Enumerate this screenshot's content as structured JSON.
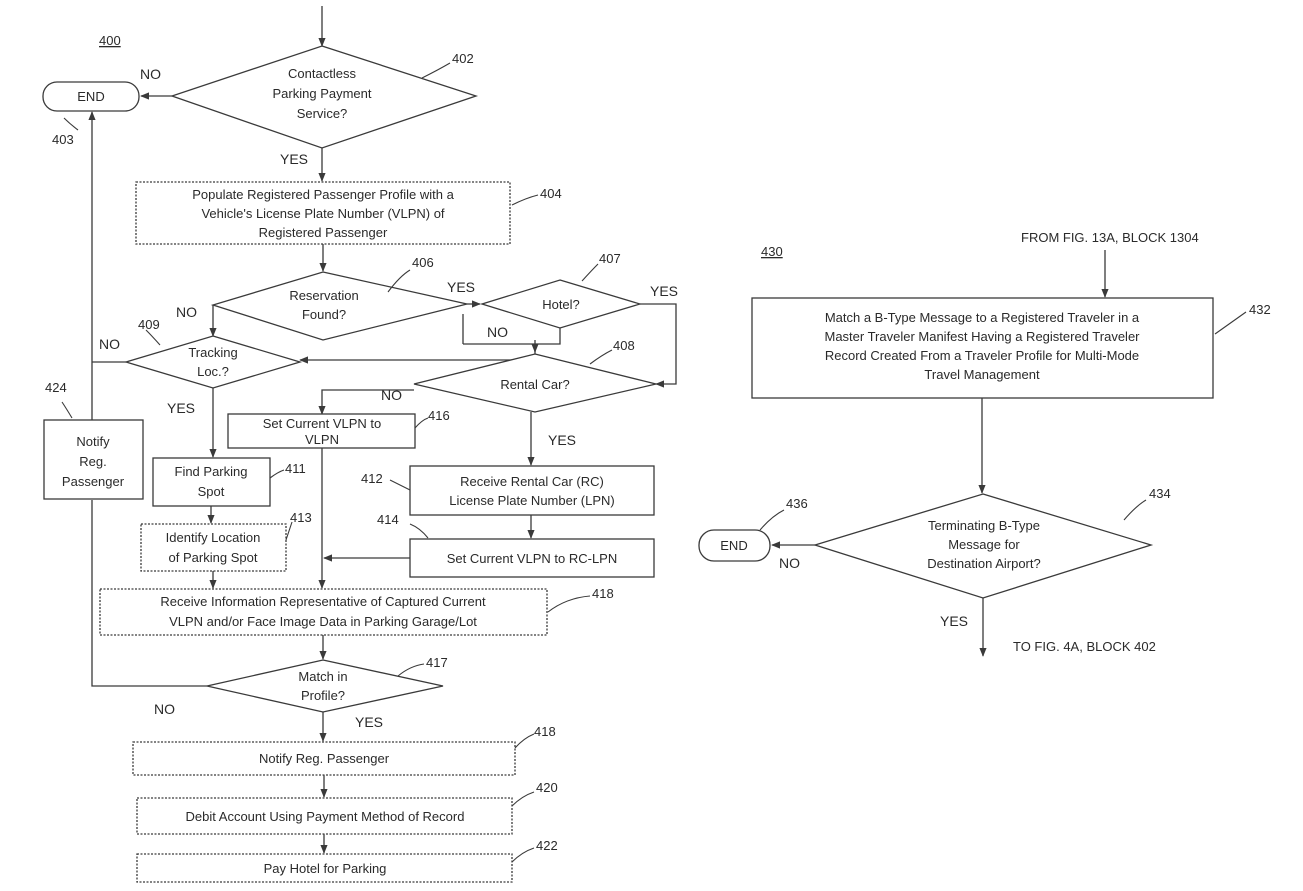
{
  "figure_left": {
    "id": "400",
    "end": "END",
    "end_ref": "403",
    "d402": {
      "l1": "Contactless",
      "l2": "Parking Payment",
      "l3": "Service?",
      "ref": "402",
      "no": "NO",
      "yes": "YES"
    },
    "b404": {
      "l1": "Populate Registered Passenger Profile with a",
      "l2": "Vehicle's License Plate Number (VLPN) of",
      "l3": "Registered Passenger",
      "ref": "404"
    },
    "d406": {
      "l1": "Reservation",
      "l2": "Found?",
      "ref": "406",
      "yes": "YES",
      "no": "NO"
    },
    "d407": {
      "l1": "Hotel?",
      "ref": "407",
      "yes": "YES",
      "no": "NO"
    },
    "d408": {
      "l1": "Rental Car?",
      "ref": "408",
      "no": "NO",
      "yes": "YES"
    },
    "d409": {
      "l1": "Tracking",
      "l2": "Loc.?",
      "ref": "409",
      "no": "NO",
      "yes": "YES"
    },
    "b424": {
      "l1": "Notify",
      "l2": "Reg.",
      "l3": "Passenger",
      "ref": "424"
    },
    "b416": {
      "l1": "Set Current VLPN to",
      "l2": "VLPN",
      "ref": "416"
    },
    "b411": {
      "l1": "Find Parking",
      "l2": "Spot",
      "ref": "411"
    },
    "b412": {
      "l1": "Receive Rental Car (RC)",
      "l2": "License Plate Number (LPN)",
      "ref": "412"
    },
    "b413": {
      "l1": "Identify Location",
      "l2": "of Parking Spot",
      "ref": "413"
    },
    "b414": {
      "l1": "Set Current VLPN to RC-LPN",
      "ref": "414"
    },
    "b418a": {
      "l1": "Receive Information Representative of Captured Current",
      "l2": "VLPN and/or Face Image Data in Parking Garage/Lot",
      "ref": "418"
    },
    "d417": {
      "l1": "Match in",
      "l2": "Profile?",
      "ref": "417",
      "no": "NO",
      "yes": "YES"
    },
    "b418b": {
      "l1": "Notify Reg. Passenger",
      "ref": "418"
    },
    "b420": {
      "l1": "Debit Account Using Payment Method of Record",
      "ref": "420"
    },
    "b422": {
      "l1": "Pay Hotel for Parking",
      "ref": "422"
    }
  },
  "figure_right": {
    "id": "430",
    "from": "FROM FIG. 13A, BLOCK 1304",
    "b432": {
      "l1": "Match a B-Type Message to a Registered Traveler in a",
      "l2": "Master Traveler Manifest Having a Registered Traveler",
      "l3": "Record Created From a Traveler Profile for Multi-Mode",
      "l4": "Travel Management",
      "ref": "432"
    },
    "d434": {
      "l1": "Terminating B-Type",
      "l2": "Message for",
      "l3": "Destination Airport?",
      "ref": "434",
      "no": "NO",
      "yes": "YES"
    },
    "end": "END",
    "end_ref": "436",
    "to": "TO FIG. 4A, BLOCK 402"
  }
}
